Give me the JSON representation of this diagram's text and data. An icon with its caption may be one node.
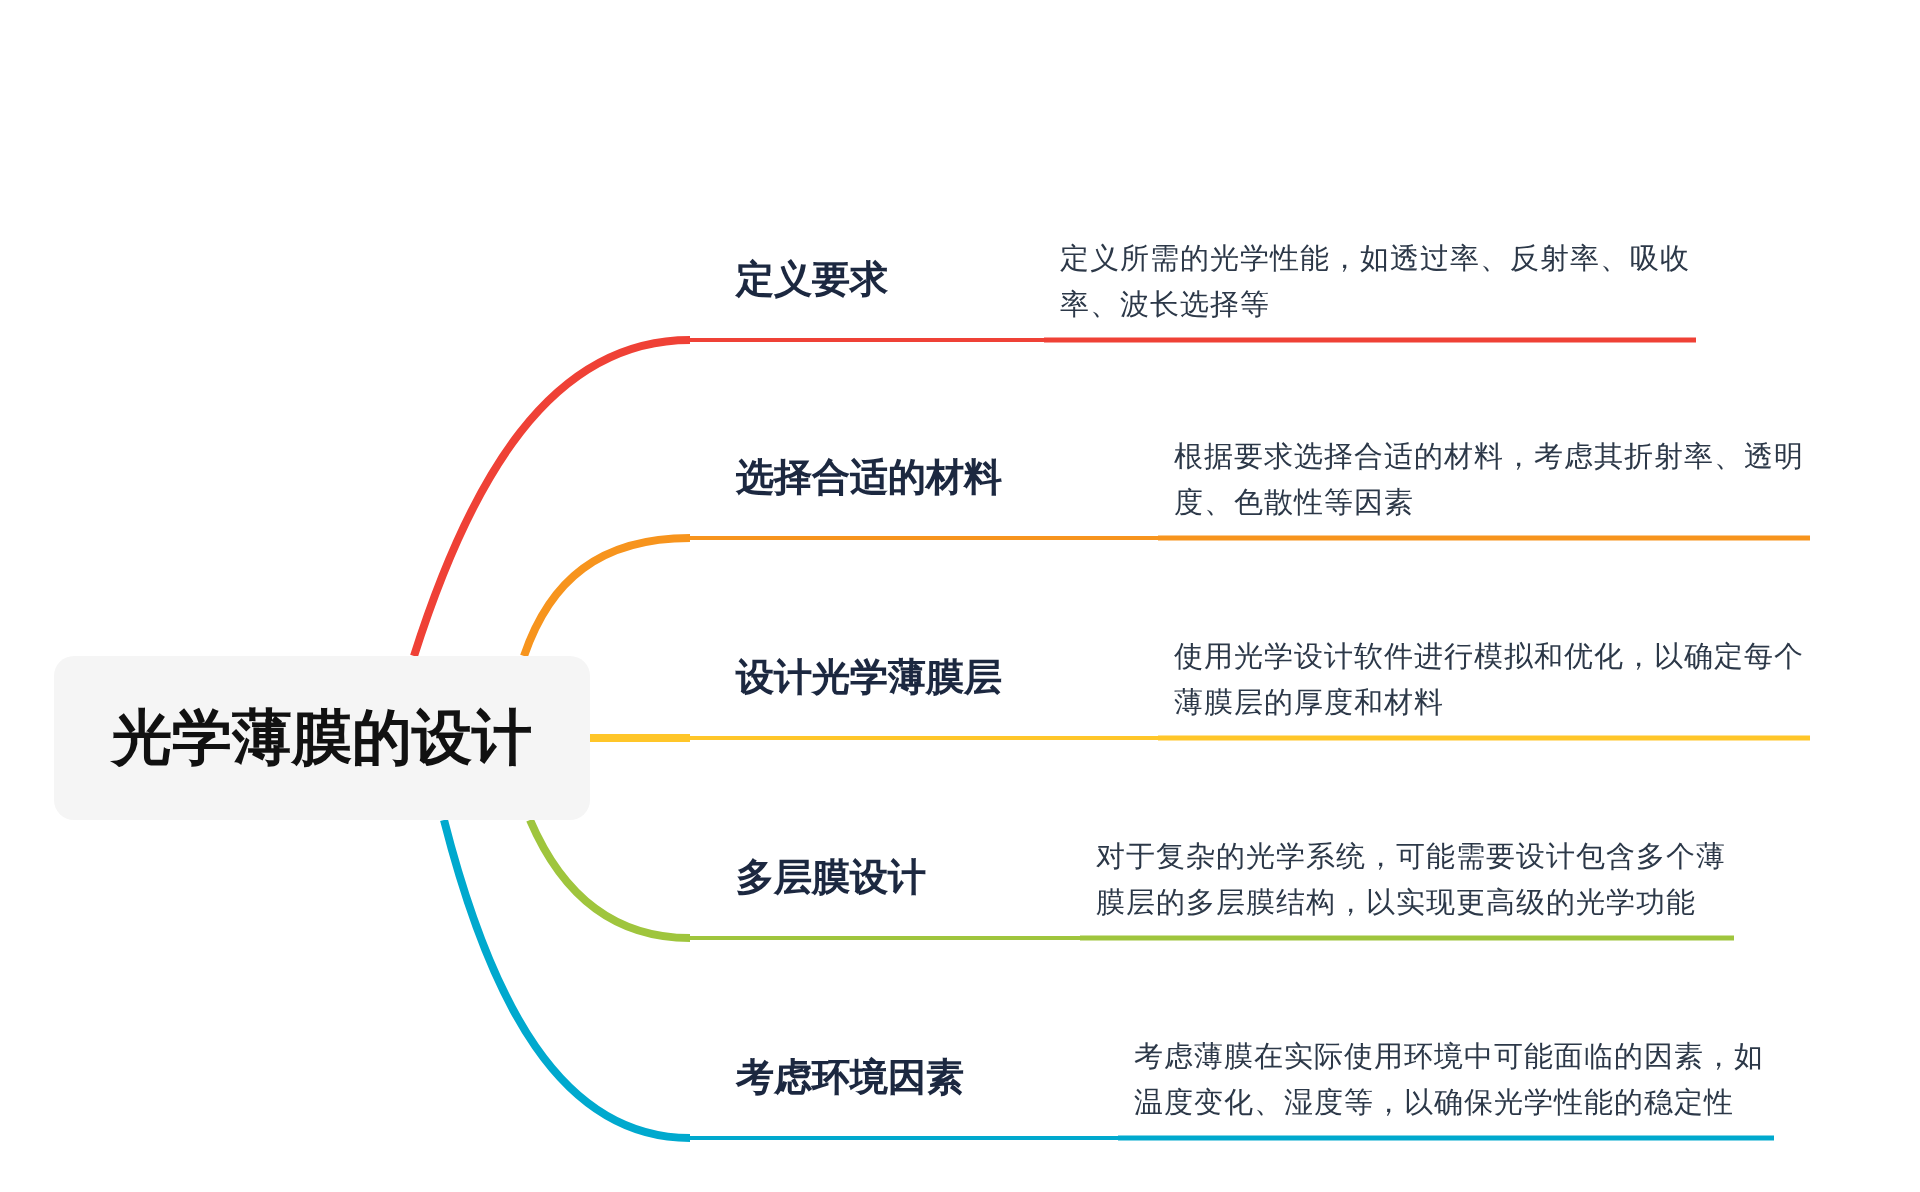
{
  "diagram": {
    "nodes": [
      {
        "text": [
          "光学薄膜的设计"
        ]
      },
      {
        "text": [
          "定义要求"
        ]
      },
      {
        "text": [
          "定义所需的光学性能，如透过率、反射率、吸收率、波长选择等"
        ]
      },
      {
        "text": [
          "选择合适的材料"
        ]
      },
      {
        "text": [
          "根据要求选择合适的材料，考虑其折射率、透明度、色散性等因素"
        ]
      },
      {
        "text": [
          "设计光学薄膜层"
        ]
      },
      {
        "text": [
          "使用光学设计软件进行模拟和优化，以确定每个薄膜层的厚度和材料"
        ]
      },
      {
        "text": [
          "多层膜设计"
        ]
      },
      {
        "text": [
          "对于复杂的光学系统，可能需要设计包含多个薄膜层的多层膜结构，以实现更高级的光学功能"
        ]
      },
      {
        "text": [
          "考虑环境因素"
        ]
      },
      {
        "text": [
          "考虑薄膜在实际使用环境中可能面临的因素，如温度变化、湿度等，以确保光学性能的稳定性"
        ]
      }
    ],
    "edges": [
      {
        "from": 0,
        "to": 1,
        "arrow": "none",
        "color": "#ef4136"
      },
      {
        "from": 1,
        "to": 2,
        "arrow": "none",
        "color": "#ef4136"
      },
      {
        "from": 0,
        "to": 3,
        "arrow": "none",
        "color": "#f7941d"
      },
      {
        "from": 3,
        "to": 4,
        "arrow": "none",
        "color": "#f7941d"
      },
      {
        "from": 0,
        "to": 5,
        "arrow": "none",
        "color": "#ffc629"
      },
      {
        "from": 5,
        "to": 6,
        "arrow": "none",
        "color": "#ffc629"
      },
      {
        "from": 0,
        "to": 7,
        "arrow": "none",
        "color": "#9fc53d"
      },
      {
        "from": 7,
        "to": 8,
        "arrow": "none",
        "color": "#9fc53d"
      },
      {
        "from": 0,
        "to": 9,
        "arrow": "none",
        "color": "#00a9ce"
      },
      {
        "from": 9,
        "to": 10,
        "arrow": "none",
        "color": "#00a9ce"
      }
    ]
  }
}
